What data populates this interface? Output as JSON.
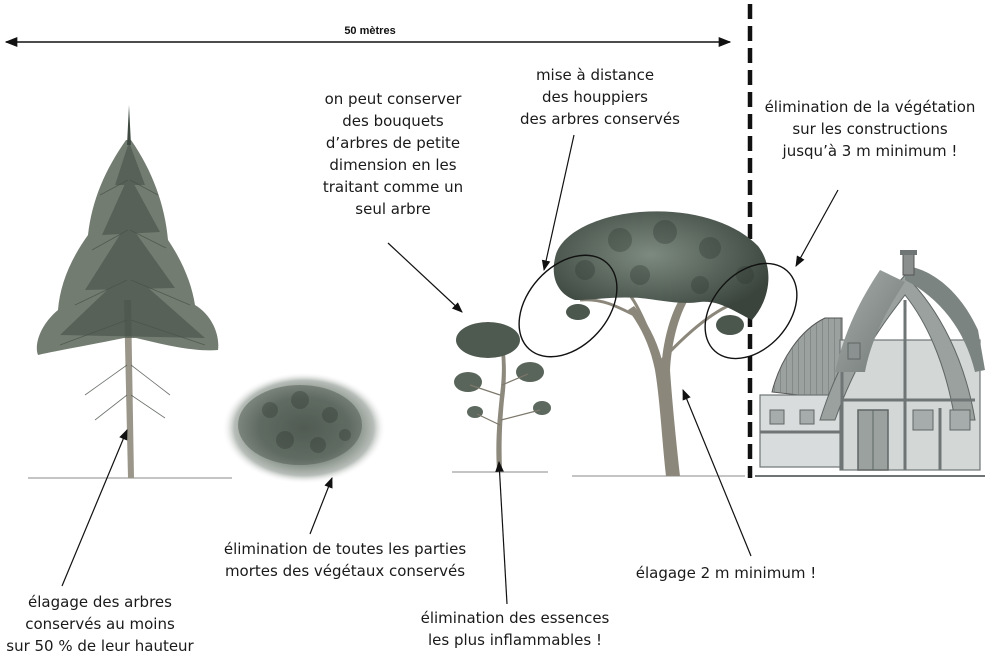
{
  "distance_label": "50 mètres",
  "labels": {
    "conserve_bouquets": [
      "on peut conserver",
      "des bouquets",
      "d’arbres de petite",
      "dimension en les",
      "traitant comme un",
      "seul arbre"
    ],
    "houppiers": [
      "mise à distance",
      "des houppiers",
      "des arbres conservés"
    ],
    "vegetation_constructions": [
      "élimination de la végétation",
      "sur les constructions",
      "jusqu’à 3 m minimum !"
    ],
    "parties_mortes": [
      "élimination de toutes les parties",
      "mortes des végétaux conservés"
    ],
    "elagage_2m": [
      "élagage 2 m minimum !"
    ],
    "elagage_arbres": [
      "élagage des arbres",
      "conservés au moins",
      "sur 50 % de leur hauteur"
    ],
    "essences": [
      "élimination des essences",
      "les plus inflammables !"
    ]
  },
  "colors": {
    "ink": "#1a1a1a",
    "foliage_dark": "#3f4a42",
    "foliage_mid": "#6b776c",
    "trunk": "#7a7468",
    "roof": "#8f9694",
    "wall": "#d9dcdc",
    "timber": "#6e7574"
  }
}
